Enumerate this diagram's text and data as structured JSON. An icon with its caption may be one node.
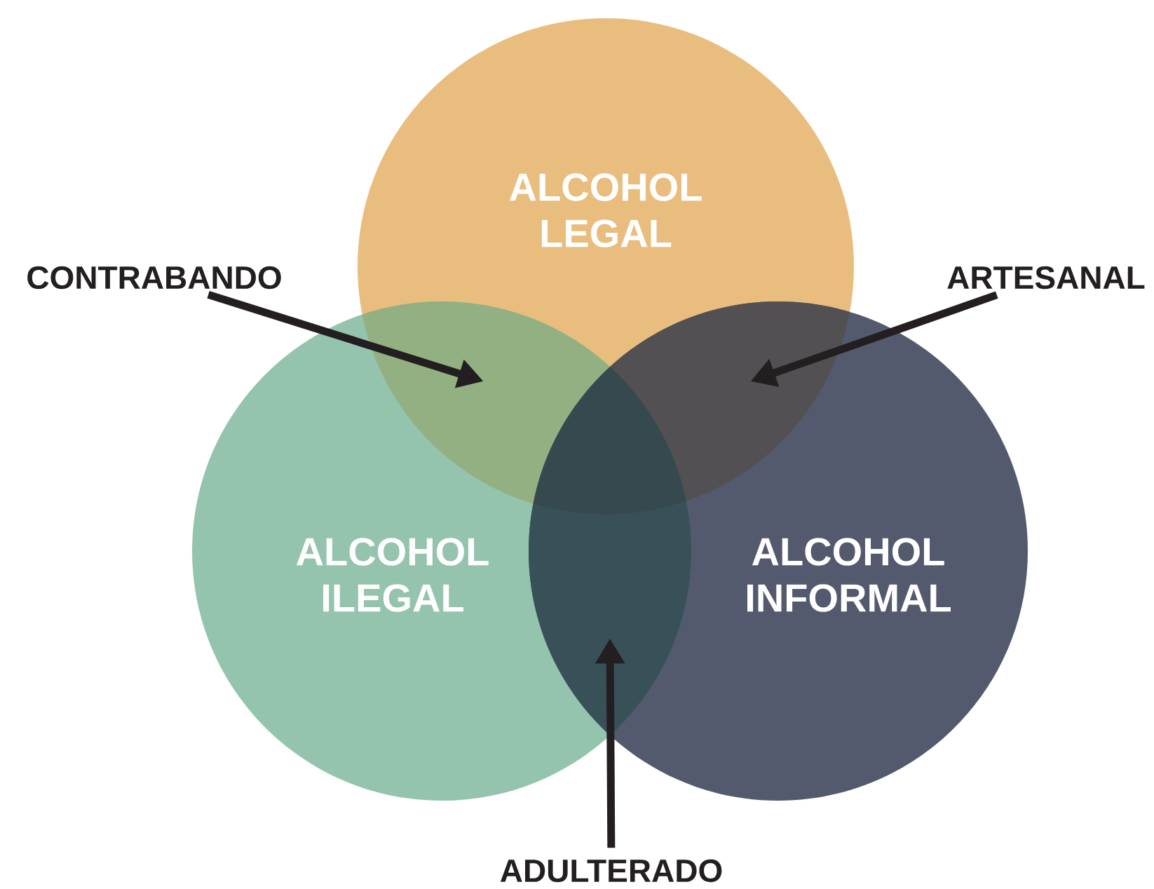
{
  "diagram": {
    "nodes": [
      {
        "text": [
          "ALCOHOL LEGAL"
        ]
      },
      {
        "text": [
          "ALCOHOL ILEGAL"
        ]
      },
      {
        "text": [
          "ALCOHOL INFORMAL"
        ]
      },
      {
        "text": [
          "CONTRABANDO"
        ]
      },
      {
        "text": [
          "ARTESANAL"
        ]
      },
      {
        "text": [
          "ADULTERADO"
        ]
      },
      {
        "text": [],
        "shape": "region"
      },
      {
        "text": [],
        "shape": "region"
      },
      {
        "text": [],
        "shape": "region"
      },
      {
        "text": [],
        "shape": "region"
      }
    ],
    "edges": [
      {
        "from": 3,
        "to": 6,
        "arrow": "to"
      },
      {
        "from": 4,
        "to": 7,
        "arrow": "to"
      },
      {
        "from": 5,
        "to": 8,
        "arrow": "to"
      }
    ]
  }
}
